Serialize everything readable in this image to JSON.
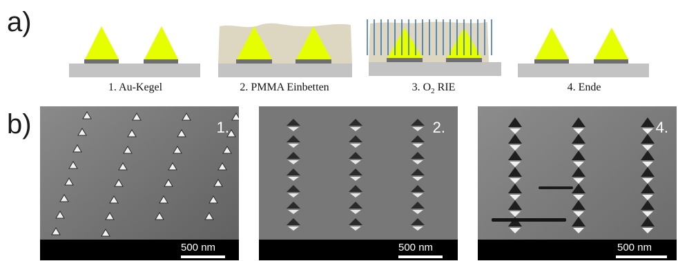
{
  "labels": {
    "a": "a)",
    "b": "b)"
  },
  "steps": [
    {
      "number": "1.",
      "text": "Au-Kegel"
    },
    {
      "number": "2.",
      "text": "PMMA Einbetten"
    },
    {
      "number": "3.",
      "text": "O",
      "subscript": "2",
      "suffix": " RIE"
    },
    {
      "number": "4.",
      "text": "Ende"
    }
  ],
  "micrographs": [
    {
      "number": "1.",
      "scale_label": "500 nm"
    },
    {
      "number": "2.",
      "scale_label": "500 nm"
    },
    {
      "number": "4.",
      "scale_label": "500 nm"
    }
  ],
  "colors": {
    "cone": "#e6ff00",
    "substrate": "#c3c3c3",
    "pad": "#6e6e6e",
    "pmma": "#ddd6c0",
    "plasma": "#2f6bb5"
  }
}
